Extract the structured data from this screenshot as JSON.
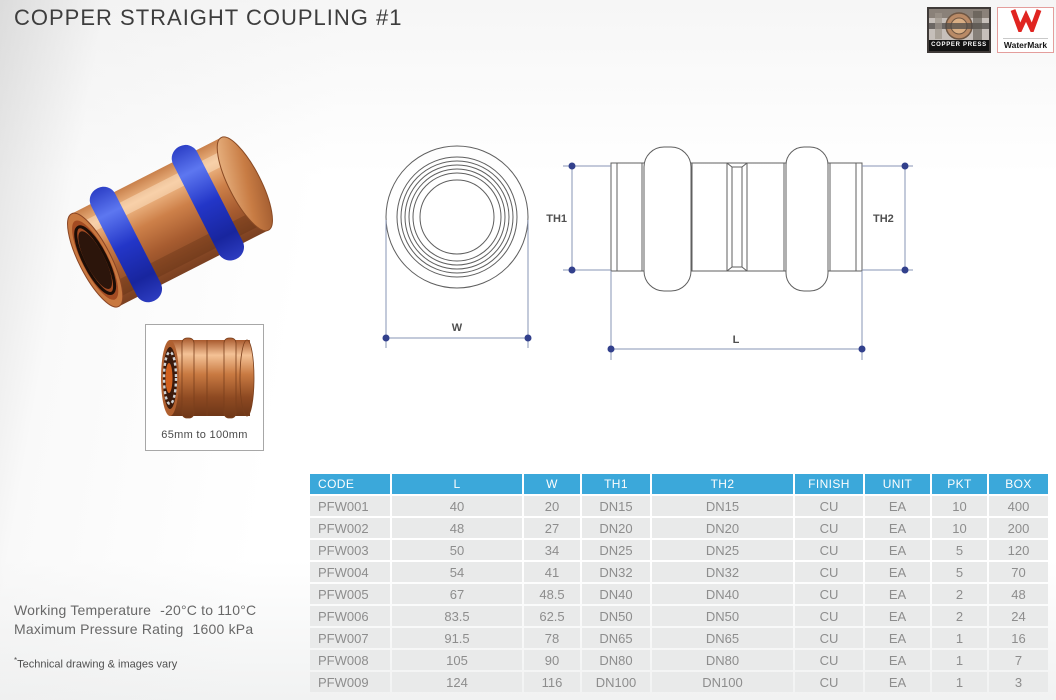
{
  "title": "COPPER STRAIGHT COUPLING #1",
  "logos": {
    "copper_press": {
      "label": "COPPER PRESS"
    },
    "watermark": {
      "label": "WaterMark"
    }
  },
  "thumbnail": {
    "caption": "65mm to 100mm"
  },
  "drawing": {
    "front_view": {
      "dim_label": "W"
    },
    "side_view": {
      "dim_left": "TH1",
      "dim_right": "TH2",
      "dim_bottom": "L"
    }
  },
  "notes": {
    "working_temp_label": "Working Temperature",
    "working_temp_value": "-20°C to 110°C",
    "pressure_label": "Maximum Pressure Rating",
    "pressure_value": "1600 kPa",
    "footnote_mark": "*",
    "footnote": "Technical drawing & images vary"
  },
  "table": {
    "headers": [
      "CODE",
      "L",
      "W",
      "TH1",
      "TH2",
      "FINISH",
      "UNIT",
      "PKT",
      "BOX"
    ],
    "rows": [
      [
        "PFW001",
        "40",
        "20",
        "DN15",
        "DN15",
        "CU",
        "EA",
        "10",
        "400"
      ],
      [
        "PFW002",
        "48",
        "27",
        "DN20",
        "DN20",
        "CU",
        "EA",
        "10",
        "200"
      ],
      [
        "PFW003",
        "50",
        "34",
        "DN25",
        "DN25",
        "CU",
        "EA",
        "5",
        "120"
      ],
      [
        "PFW004",
        "54",
        "41",
        "DN32",
        "DN32",
        "CU",
        "EA",
        "5",
        "70"
      ],
      [
        "PFW005",
        "67",
        "48.5",
        "DN40",
        "DN40",
        "CU",
        "EA",
        "2",
        "48"
      ],
      [
        "PFW006",
        "83.5",
        "62.5",
        "DN50",
        "DN50",
        "CU",
        "EA",
        "2",
        "24"
      ],
      [
        "PFW007",
        "91.5",
        "78",
        "DN65",
        "DN65",
        "CU",
        "EA",
        "1",
        "16"
      ],
      [
        "PFW008",
        "105",
        "90",
        "DN80",
        "DN80",
        "CU",
        "EA",
        "1",
        "7"
      ],
      [
        "PFW009",
        "124",
        "116",
        "DN100",
        "DN100",
        "CU",
        "EA",
        "1",
        "3"
      ]
    ]
  },
  "colors": {
    "table_header_blue": "#3BA8DA",
    "table_row_gray": "#E9EAEA",
    "dimension_line_blue": "#8794B5",
    "dimension_dot_navy": "#32408C",
    "watermark_red": "#E02420",
    "copper_mid": "#C97E4C",
    "seal_ring_blue": "#2A3FD4"
  }
}
